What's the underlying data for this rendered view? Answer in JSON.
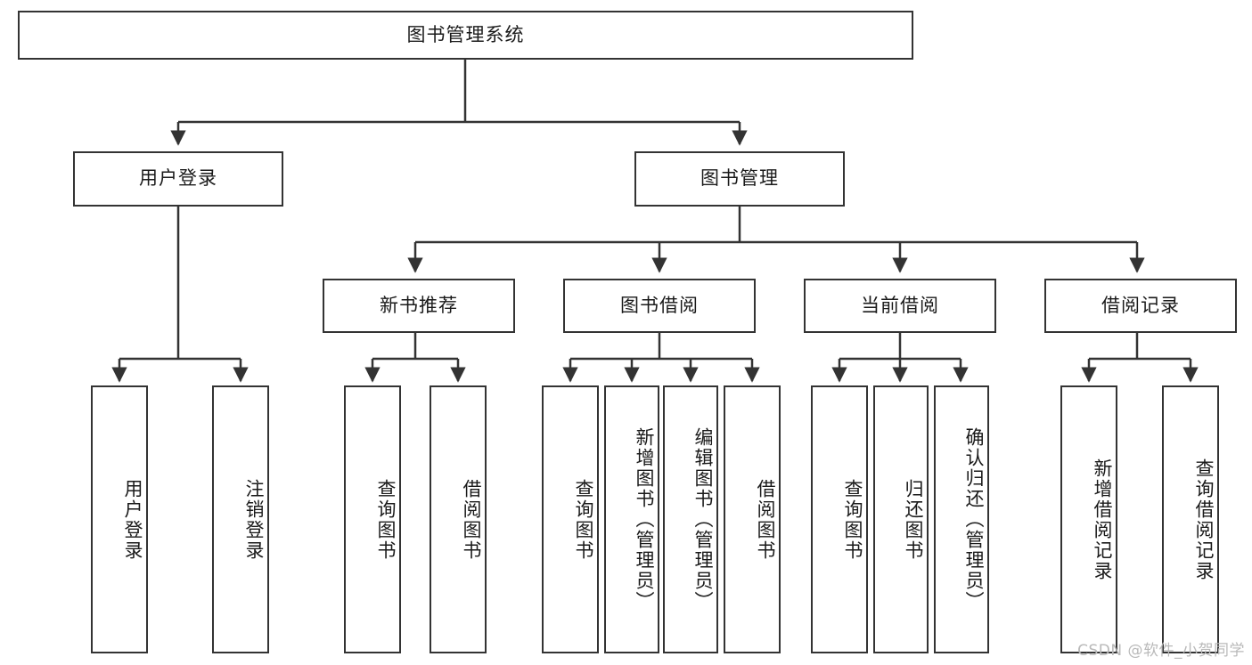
{
  "diagram": {
    "title": "图书管理系统",
    "type": "hierarchy-tree",
    "root": {
      "label": "图书管理系统"
    },
    "level2": [
      {
        "label": "用户登录"
      },
      {
        "label": "图书管理"
      }
    ],
    "level3": [
      {
        "label": "新书推荐"
      },
      {
        "label": "图书借阅"
      },
      {
        "label": "当前借阅"
      },
      {
        "label": "借阅记录"
      }
    ],
    "leaves": {
      "user_login": [
        {
          "label": "用户登录"
        },
        {
          "label": "注销登录"
        }
      ],
      "new_book_recommend": [
        {
          "label": "查询图书"
        },
        {
          "label": "借阅图书"
        }
      ],
      "book_borrow": [
        {
          "label": "查询图书"
        },
        {
          "label": "新增图书（管理员）"
        },
        {
          "label": "编辑图书（管理员）"
        },
        {
          "label": "借阅图书"
        }
      ],
      "current_borrow": [
        {
          "label": "查询图书"
        },
        {
          "label": "归还图书"
        },
        {
          "label": "确认归还（管理员）"
        }
      ],
      "borrow_record": [
        {
          "label": "新增借阅记录"
        },
        {
          "label": "查询借阅记录"
        }
      ]
    }
  },
  "watermark": {
    "text": "CSDN @软件_小贺同学"
  },
  "colors": {
    "border": "#333333",
    "box_fill": "#ffffff",
    "text": "#1a1a1a",
    "watermark": "#b9b9b9"
  }
}
